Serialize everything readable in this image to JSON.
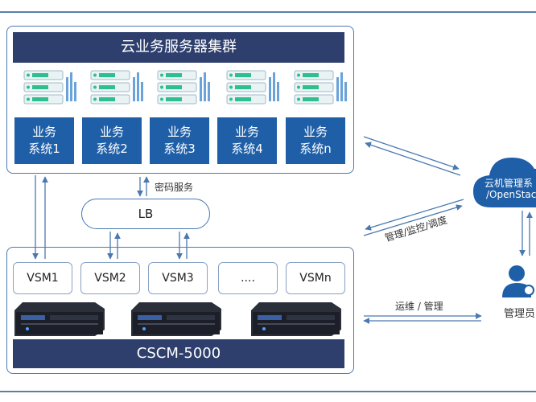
{
  "cluster": {
    "title": "云业务服务器集群"
  },
  "business_systems": [
    {
      "line1": "业务",
      "line2": "系统1"
    },
    {
      "line1": "业务",
      "line2": "系统2"
    },
    {
      "line1": "业务",
      "line2": "系统3"
    },
    {
      "line1": "业务",
      "line2": "系统4"
    },
    {
      "line1": "业务",
      "line2": "系统n"
    }
  ],
  "crypto_service": "密码服务",
  "lb": "LB",
  "vsms": [
    "VSM1",
    "VSM2",
    "VSM3",
    "....",
    "VSMn"
  ],
  "cscm": {
    "title": "CSCM-5000"
  },
  "cloud": {
    "line1": "云机管理系",
    "line2": "/OpenStac"
  },
  "admin": {
    "label": "管理员"
  },
  "links": {
    "manage_monitor": "管理/监控/调度",
    "ops_manage": "运维 / 管理"
  },
  "colors": {
    "banner": "#2e3f6d",
    "business": "#1f5fa8",
    "border": "#4a79b0",
    "cloud": "#1f5fa8"
  }
}
